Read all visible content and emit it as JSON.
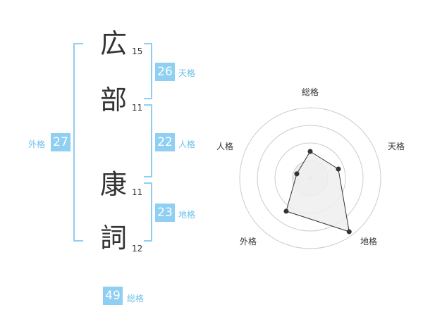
{
  "name": {
    "chars": [
      {
        "char": "広",
        "strokes": "15"
      },
      {
        "char": "部",
        "strokes": "11"
      },
      {
        "char": "康",
        "strokes": "11"
      },
      {
        "char": "詞",
        "strokes": "12"
      }
    ]
  },
  "fortune": {
    "tenkaku": {
      "value": "26",
      "label": "天格"
    },
    "jinkaku": {
      "value": "22",
      "label": "人格"
    },
    "chikaku": {
      "value": "23",
      "label": "地格"
    },
    "gaikaku": {
      "value": "27",
      "label": "外格"
    },
    "soukaku": {
      "value": "49",
      "label": "総格"
    }
  },
  "radar": {
    "labels": {
      "top": "総格",
      "upper_right": "天格",
      "upper_left": "人格",
      "lower_left": "外格",
      "lower_right": "地格"
    },
    "values": {
      "soukaku": 0.38,
      "tenkaku": 0.42,
      "jinkaku": 0.2,
      "gaikaku": 0.58,
      "chikaku": 0.94
    },
    "colors": {
      "ring": "#cccccc",
      "fill": "#eeeeee",
      "line": "#333333"
    }
  }
}
